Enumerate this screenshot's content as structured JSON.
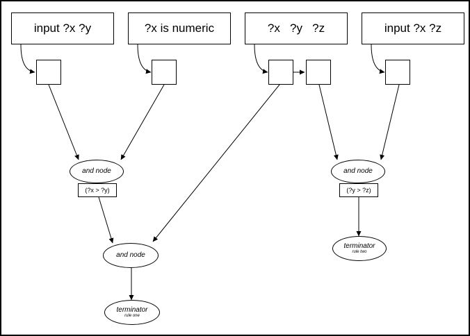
{
  "patterns": [
    {
      "label": "input ?x ?y"
    },
    {
      "label": "?x is numeric"
    },
    {
      "label": "?x   ?y   ?z"
    },
    {
      "label": "input ?x ?z"
    }
  ],
  "join_nodes": [
    {
      "label": "and node",
      "test": "(?x > ?y)"
    },
    {
      "label": "and node",
      "test": "(?y > ?z)"
    },
    {
      "label": "and node"
    }
  ],
  "terminators": [
    {
      "label": "terminator",
      "rule": "rule one"
    },
    {
      "label": "terminator",
      "rule": "rule two"
    }
  ]
}
